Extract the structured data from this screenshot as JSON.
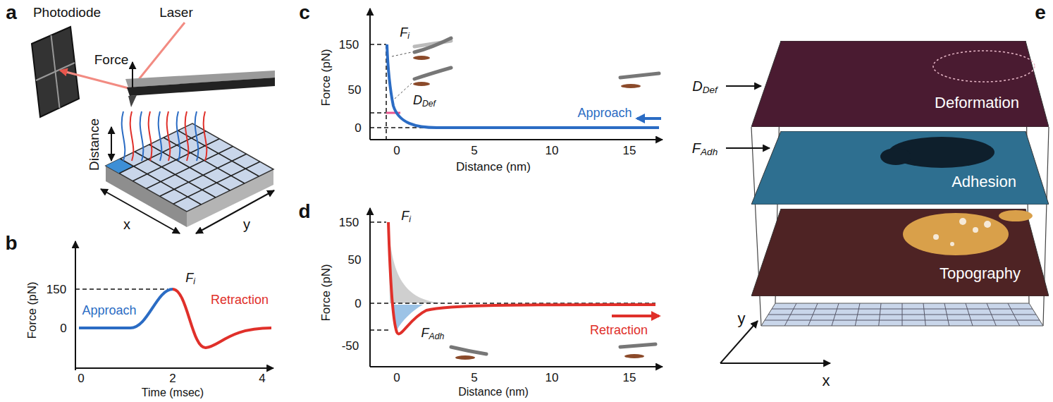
{
  "diagram": {
    "nodes": [
      {
        "text": [
          "Deformation"
        ]
      },
      {
        "text": [
          "Adhesion"
        ]
      },
      {
        "text": [
          "Topography"
        ]
      }
    ],
    "labels": [
      "a",
      "Photodiode",
      "Laser",
      "Force",
      "Distance",
      "x",
      "y",
      "b",
      "Force (pN)",
      "150",
      "0",
      "Fi",
      "Approach",
      "Retraction",
      "0",
      "2",
      "4",
      "Time (msec)",
      "c",
      "Force (pN)",
      "150",
      "50",
      "0",
      "Fi",
      "DDef",
      "Approach",
      "0",
      "5",
      "10",
      "15",
      "Distance (nm)",
      "d",
      "Force (pN)",
      "150",
      "50",
      "0",
      "-50",
      "Fi",
      "FAdh",
      "Retraction",
      "0",
      "5",
      "10",
      "15",
      "Distance (nm)",
      "e",
      "DDef",
      "FAdh",
      "x",
      "y"
    ]
  }
}
